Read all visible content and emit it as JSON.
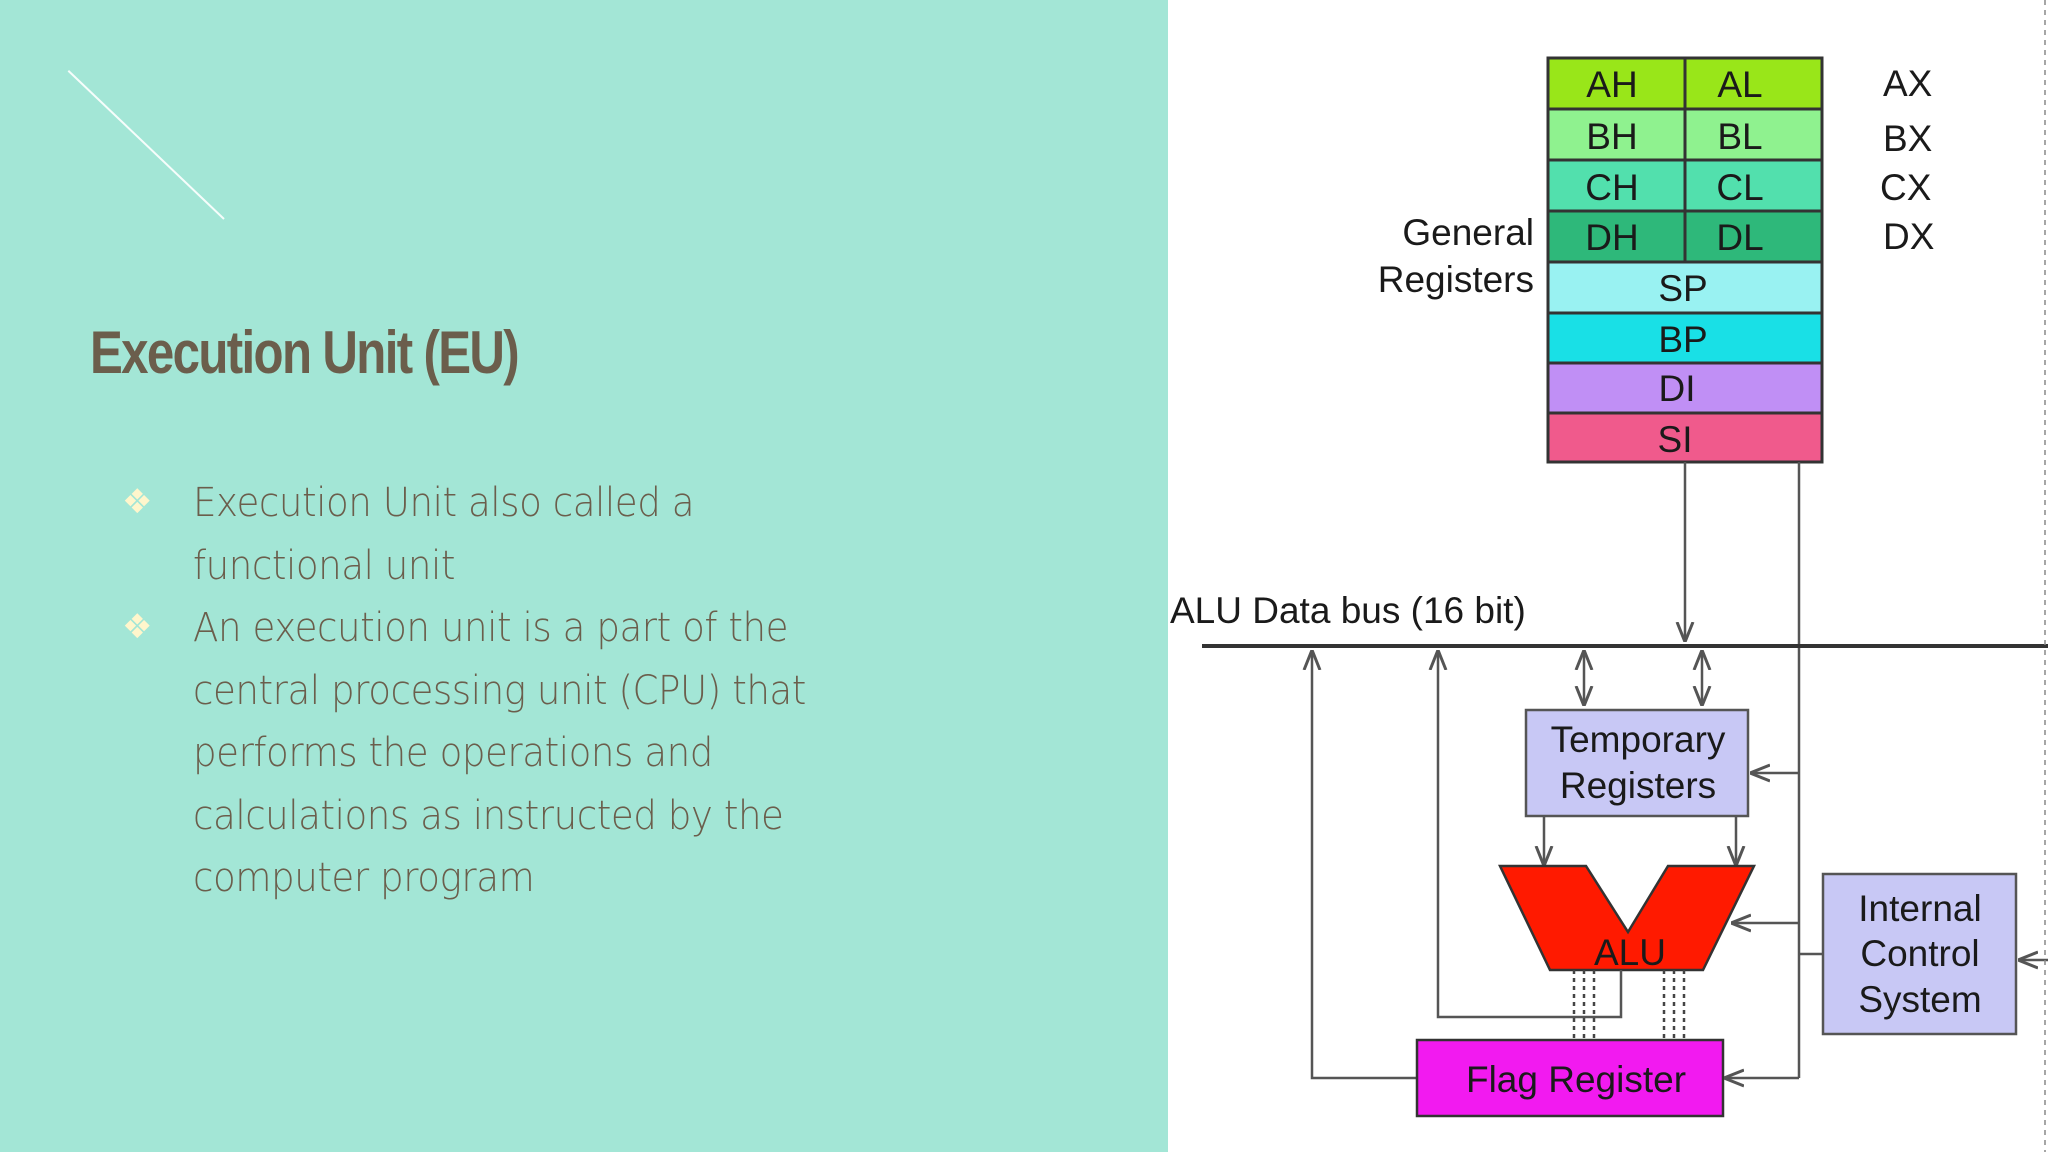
{
  "slide": {
    "title": "Execution Unit (EU)",
    "bullets": [
      {
        "icon": "diamond-cluster-icon",
        "text": "Execution Unit also called a functional unit"
      },
      {
        "icon": "diamond-cluster-icon",
        "text": "An execution unit is a part of the central processing unit (CPU) that performs the operations and calculations as instructed by the computer program"
      }
    ],
    "colors": {
      "background": "#a3e6d6",
      "title": "#6b5e4c",
      "bullet_icon": "#fff6cc"
    }
  },
  "diagram": {
    "register_pairs": [
      {
        "high": "AH",
        "low": "AL",
        "name": "AX",
        "color": "#99e619"
      },
      {
        "high": "BH",
        "low": "BL",
        "name": "BX",
        "color": "#8ff28f"
      },
      {
        "high": "CH",
        "low": "CL",
        "name": "CX",
        "color": "#52e0ad"
      },
      {
        "high": "DH",
        "low": "DL",
        "name": "DX",
        "color": "#2eb87a"
      }
    ],
    "general_registers_label": [
      "General",
      "Registers"
    ],
    "single_registers": [
      {
        "label": "SP",
        "color": "#99f2f2"
      },
      {
        "label": "BP",
        "color": "#19e0e6"
      },
      {
        "label": "DI",
        "color": "#c08ff5"
      },
      {
        "label": "SI",
        "color": "#f05a8c"
      }
    ],
    "bus_label": "ALU Data bus (16 bit)",
    "temporary_registers": [
      "Temporary",
      "Registers"
    ],
    "alu_label": "ALU",
    "flag_register": "Flag Register",
    "internal_control": [
      "Internal",
      "Control",
      "System"
    ],
    "colors": {
      "block": "#c8c8f5",
      "alu": "#ff1a00",
      "flag": "#f21af0",
      "line": "#555555"
    }
  }
}
